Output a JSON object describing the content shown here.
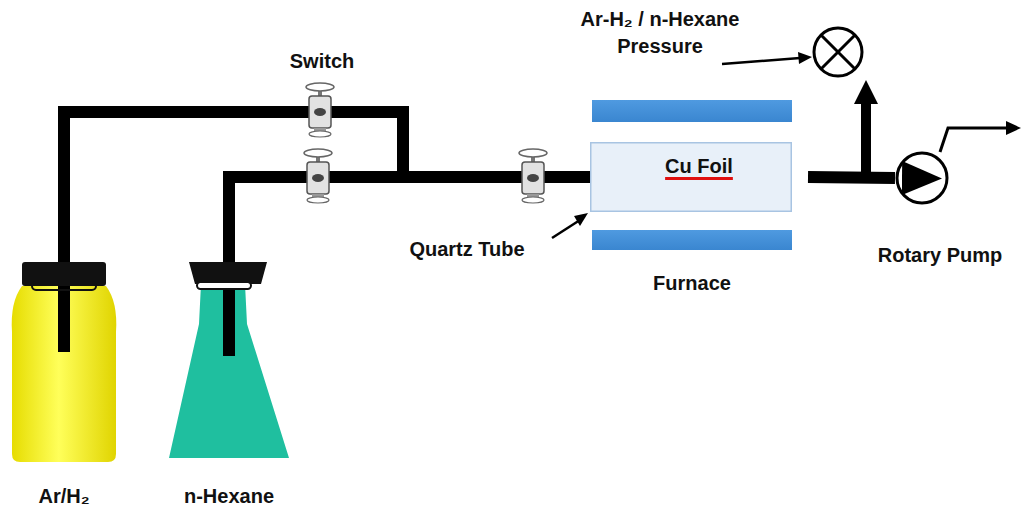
{
  "diagram": {
    "nodes": [
      {
        "text": [
          "Ar/H₂"
        ]
      },
      {
        "text": [
          "n-Hexane"
        ]
      },
      {
        "text": [
          "Cu Foil"
        ]
      },
      {
        "text": [
          "Rotary Pump"
        ]
      }
    ],
    "edges": [
      {
        "from": 0,
        "to": 2,
        "arrow": "none"
      },
      {
        "from": 1,
        "to": 2,
        "arrow": "none"
      },
      {
        "from": 2,
        "to": 3,
        "arrow": "to"
      }
    ],
    "labels": [
      "Switch",
      "Ar-H₂ / n-Hexane Pressure",
      "Quartz Tube",
      "Furnace"
    ]
  }
}
